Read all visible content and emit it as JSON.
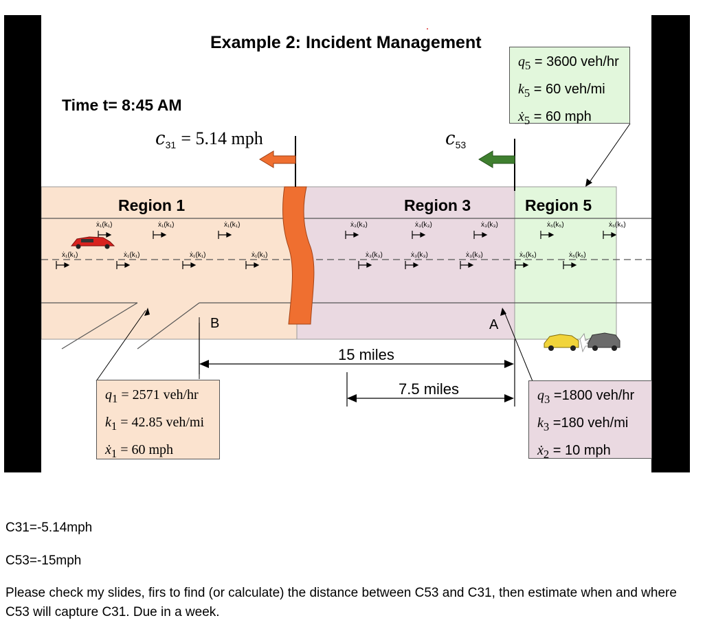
{
  "slide": {
    "title": "Example 2: Incident Management",
    "time": "Time t= 8:45 AM",
    "regions": [
      {
        "label": "Region 1",
        "color": "#fbe3cf"
      },
      {
        "label": "Region 3",
        "color": "#ead9e1"
      },
      {
        "label": "Region 5",
        "color": "#e2f7dc"
      }
    ],
    "wave_c31": {
      "symbol": "c",
      "sub": "31",
      "text": "= 5.14 mph",
      "arrow_color": "#ef6f30"
    },
    "wave_c53": {
      "symbol": "c",
      "sub": "53",
      "arrow_color": "#3f7f2f"
    },
    "box_region5": {
      "color": "#e2f7dc",
      "rows": [
        {
          "sym": "q",
          "sub": "5",
          "val": "= 3600 veh/hr"
        },
        {
          "sym": "k",
          "sub": "5",
          "val": "= 60 veh/mi"
        },
        {
          "sym": "ẋ",
          "sub": "5",
          "val": "= 60 mph"
        }
      ]
    },
    "box_region1": {
      "color": "#fbe3cf",
      "rows": [
        {
          "sym": "q",
          "sub": "1",
          "val": "= 2571 veh/hr"
        },
        {
          "sym": "k",
          "sub": "1",
          "val": "= 42.85 veh/mi"
        },
        {
          "sym": "ẋ",
          "sub": "1",
          "val": "= 60 mph"
        }
      ]
    },
    "box_region3": {
      "color": "#ead9e1",
      "rows": [
        {
          "sym": "q",
          "sub": "3",
          "val": "=1800 veh/hr"
        },
        {
          "sym": "k",
          "sub": "3",
          "val": "=180 veh/mi"
        },
        {
          "sym": "ẋ",
          "sub": "2",
          "val": "= 10 mph"
        }
      ]
    },
    "point_b": "B",
    "point_a": "A",
    "dist_15": "15 miles",
    "dist_7_5": "7.5 miles",
    "lane_labels": {
      "r1_top": [
        "ẋ₁(k₁)",
        "ẋ₁(k₁)",
        "ẋ₁(k₁)"
      ],
      "r1_bot": [
        "ẋ₁(k₁)",
        "ẋ₁(k₁)",
        "ẋ₁(k₁)",
        "ẋ₁(k₁)"
      ],
      "r3_top": [
        "ẋ₃(k₃)",
        "ẋ₃(k₃)",
        "ẋ₃(k₃)"
      ],
      "r3_bot": [
        "ẋ₃(k₃)",
        "ẋ₃(k₃)",
        "ẋ₃(k₃)"
      ],
      "r5_top": [
        "ẋ₅(k₅)",
        "ẋ₅(k₅)"
      ],
      "r5_bot": [
        "ẋ₅(k₅)",
        "ẋ₅(k₅)"
      ]
    }
  },
  "notes": {
    "line1": "C31=-5.14mph",
    "line2": "C53=-15mph",
    "line3": "Please check my slides, firs to find (or calculate) the distance between C53 and C31, then estimate when and where C53 will capture C31. Due in a week."
  }
}
